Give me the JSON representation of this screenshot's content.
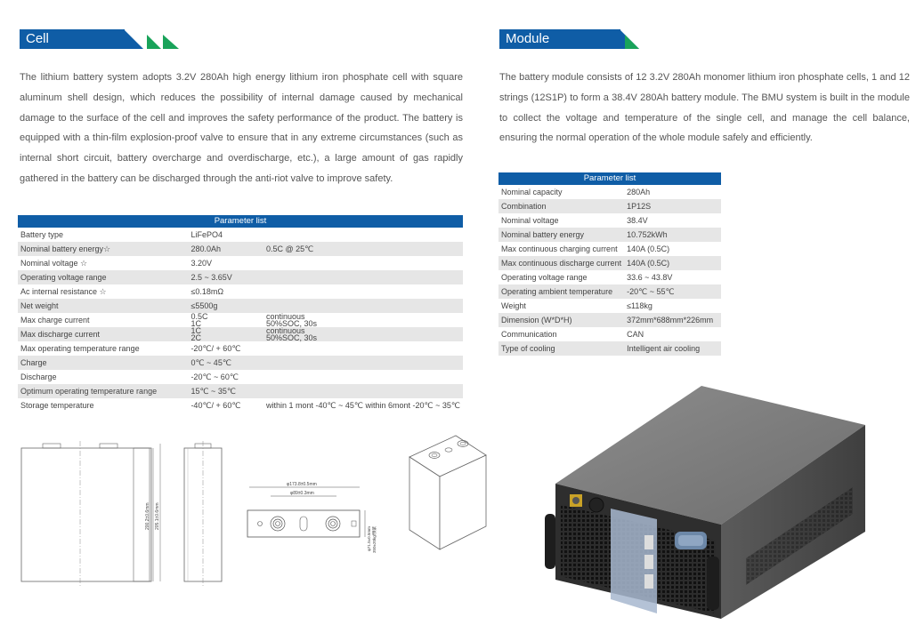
{
  "cell": {
    "heading": "Cell",
    "paragraph": "The lithium battery system adopts 3.2V 280Ah high energy lithium iron phosphate cell with square aluminum shell design, which reduces the possibility of internal damage caused by mechanical damage to the surface of the cell and improves the safety performance of the product. The battery is equipped with a thin-film explosion-proof valve to ensure that in any extreme circumstances (such as internal short circuit, battery overcharge and overdischarge, etc.), a large amount of gas rapidly gathered in the battery can be discharged through the anti-riot valve to improve safety.",
    "table_title": "Parameter list",
    "rows": [
      {
        "name": "Battery type",
        "value": "LiFePO4",
        "note": ""
      },
      {
        "name": "Nominal battery energy☆",
        "value": "280.0Ah",
        "note": "0.5C @ 25℃"
      },
      {
        "name": "Nominal voltage ☆",
        "value": "3.20V",
        "note": ""
      },
      {
        "name": "Operating voltage range",
        "value": "2.5 ~ 3.65V",
        "note": ""
      },
      {
        "name": "Ac internal resistance ☆",
        "value": "≤0.18mΩ",
        "note": ""
      },
      {
        "name": "Net weight",
        "value": "≤5500g",
        "note": ""
      },
      {
        "name": "Max charge current",
        "value": "0.5C",
        "value2": "1C",
        "note": "continuous",
        "note2": "50%SOC, 30s"
      },
      {
        "name": "Max discharge current",
        "value": "1C",
        "value2": "2C",
        "note": "continuous",
        "note2": "50%SOC, 30s"
      },
      {
        "name": "Max operating temperature range",
        "value": "-20℃/ + 60℃",
        "note": ""
      },
      {
        "name": "Charge",
        "value": "0℃ ~ 45℃",
        "note": ""
      },
      {
        "name": "Discharge",
        "value": "-20℃ ~ 60℃",
        "note": ""
      },
      {
        "name": "Optimum operating temperature range",
        "value": "15℃ ~ 35℃",
        "note": ""
      },
      {
        "name": "Storage temperature",
        "value": "-40℃/ + 60℃",
        "note": "within 1 mont -40℃ ~ 45℃ within 6mont -20℃ ~ 35℃"
      }
    ],
    "dims": {
      "height1": "200.2±0.6mm",
      "height2": "205.1±0.6mm",
      "width_outer": "φ173.8±0.5mm",
      "width_inner": "φ89±0.3mm",
      "thickness": "φ71.5±0.5mm",
      "thickness_note": "350±20kgf预紧"
    }
  },
  "module": {
    "heading": "Module",
    "paragraph": "The battery module consists of 12 3.2V 280Ah monomer lithium iron phosphate cells, 1 and 12 strings (12S1P) to form a 38.4V 280Ah battery module. The BMU system is built in the module to collect the voltage and temperature of the single cell, and manage the cell balance, ensuring the normal operation of the whole module safely and efficiently.",
    "table_title": "Parameter list",
    "rows": [
      {
        "name": "Nominal capacity",
        "value": "280Ah"
      },
      {
        "name": "Combination",
        "value": "1P12S"
      },
      {
        "name": "Nominal voltage",
        "value": "38.4V"
      },
      {
        "name": "Nominal battery energy",
        "value": "10.752kWh"
      },
      {
        "name": "Max continuous charging current",
        "value": "140A (0.5C)"
      },
      {
        "name": "Max continuous discharge current",
        "value": "140A (0.5C)"
      },
      {
        "name": "Operating voltage range",
        "value": "33.6 ~ 43.8V"
      },
      {
        "name": "Operating ambient temperature",
        "value": "-20℃ ~ 55℃"
      },
      {
        "name": "Weight",
        "value": "≤118kg"
      },
      {
        "name": "Dimension (W*D*H)",
        "value": "372mm*688mm*226mm"
      },
      {
        "name": "Communication",
        "value": "CAN"
      },
      {
        "name": "Type of cooling",
        "value": "Intelligent air cooling"
      }
    ]
  },
  "colors": {
    "brand_blue": "#0f5da6",
    "accent_green": "#19a35a",
    "row_gray": "#e6e6e6"
  }
}
